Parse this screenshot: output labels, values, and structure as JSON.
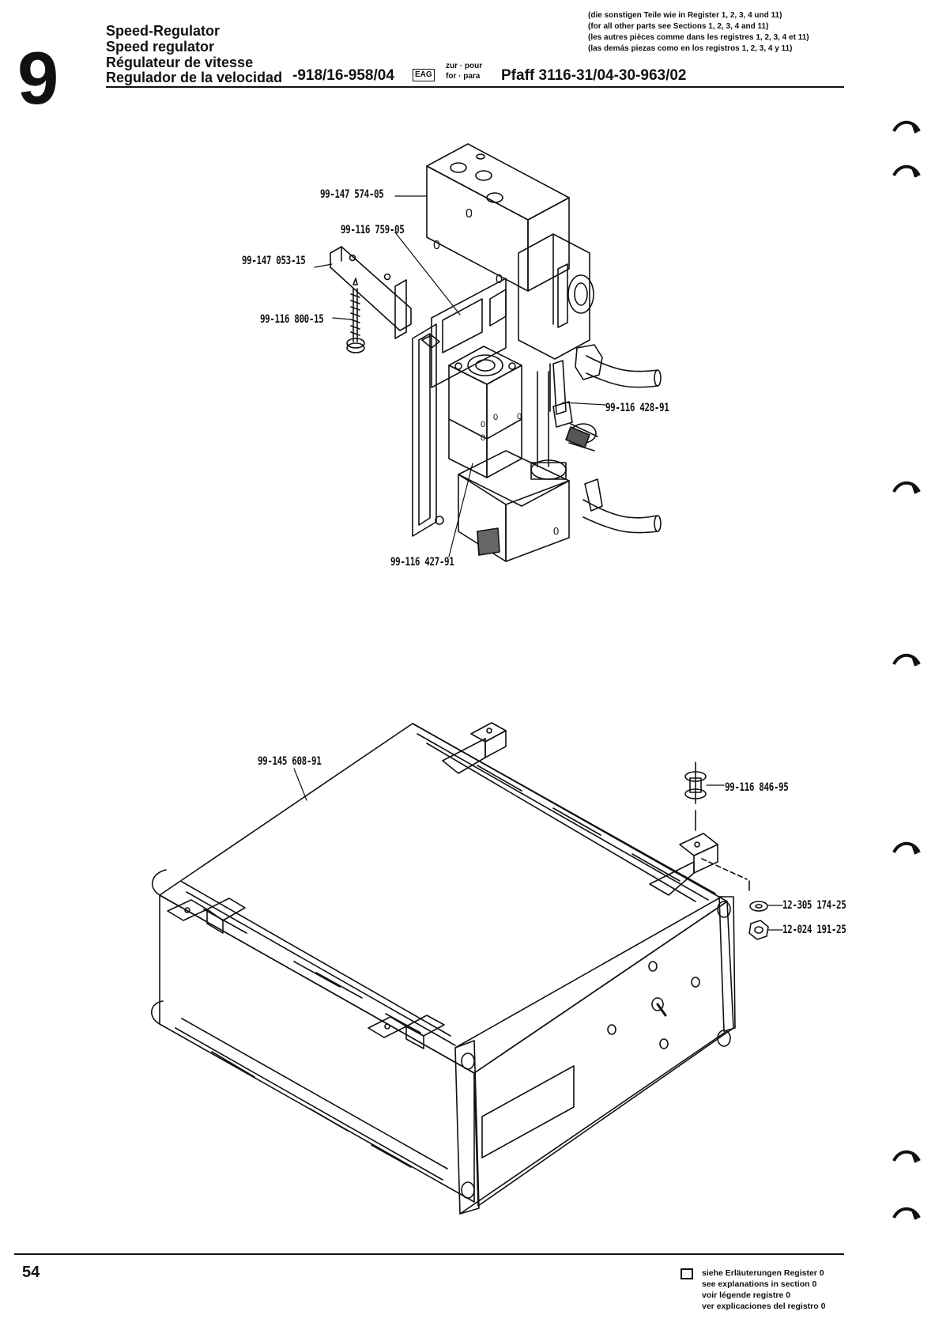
{
  "header": {
    "section_number": "9",
    "titles": [
      "Speed-Regulator",
      "Speed regulator",
      "Régulateur de vitesse",
      "Regulador de la velocidad"
    ],
    "part_code": "-918/16-958/04",
    "eag_badge": "EAG",
    "zur_pour": "zur · pour",
    "for_para": "for · para",
    "machine": "Pfaff 3116-31/04-30-963/02",
    "notes": [
      "(die sonstigen Teile wie in Register 1, 2, 3, 4 und 11)",
      "(for all other parts see Sections 1, 2, 3, 4 and 11)",
      "(les autres pièces comme dans les registres 1, 2, 3, 4 et 11)",
      "(las demás piezas como en los registros 1, 2, 3, 4 y 11)"
    ]
  },
  "upper_assembly_labels": {
    "valve_block": "99-147 574-05",
    "plate": "99-116 759-05",
    "bracket": "99-147 053-15",
    "screw": "99-116 800-15",
    "fitting_upper": "99-116 428-91",
    "fitting_lower": "99-116 427-91"
  },
  "lower_assembly_labels": {
    "housing": "99-145 608-91",
    "rubber_mount": "99-116 846-95",
    "washer": "12-305 174-25",
    "nut": "12-024 191-25"
  },
  "footer": {
    "page_number": "54",
    "legend": [
      "siehe Erläuterungen Register 0",
      "see explanations in section 0",
      "voir légende registre 0",
      "ver explicaciones del registro 0"
    ]
  }
}
